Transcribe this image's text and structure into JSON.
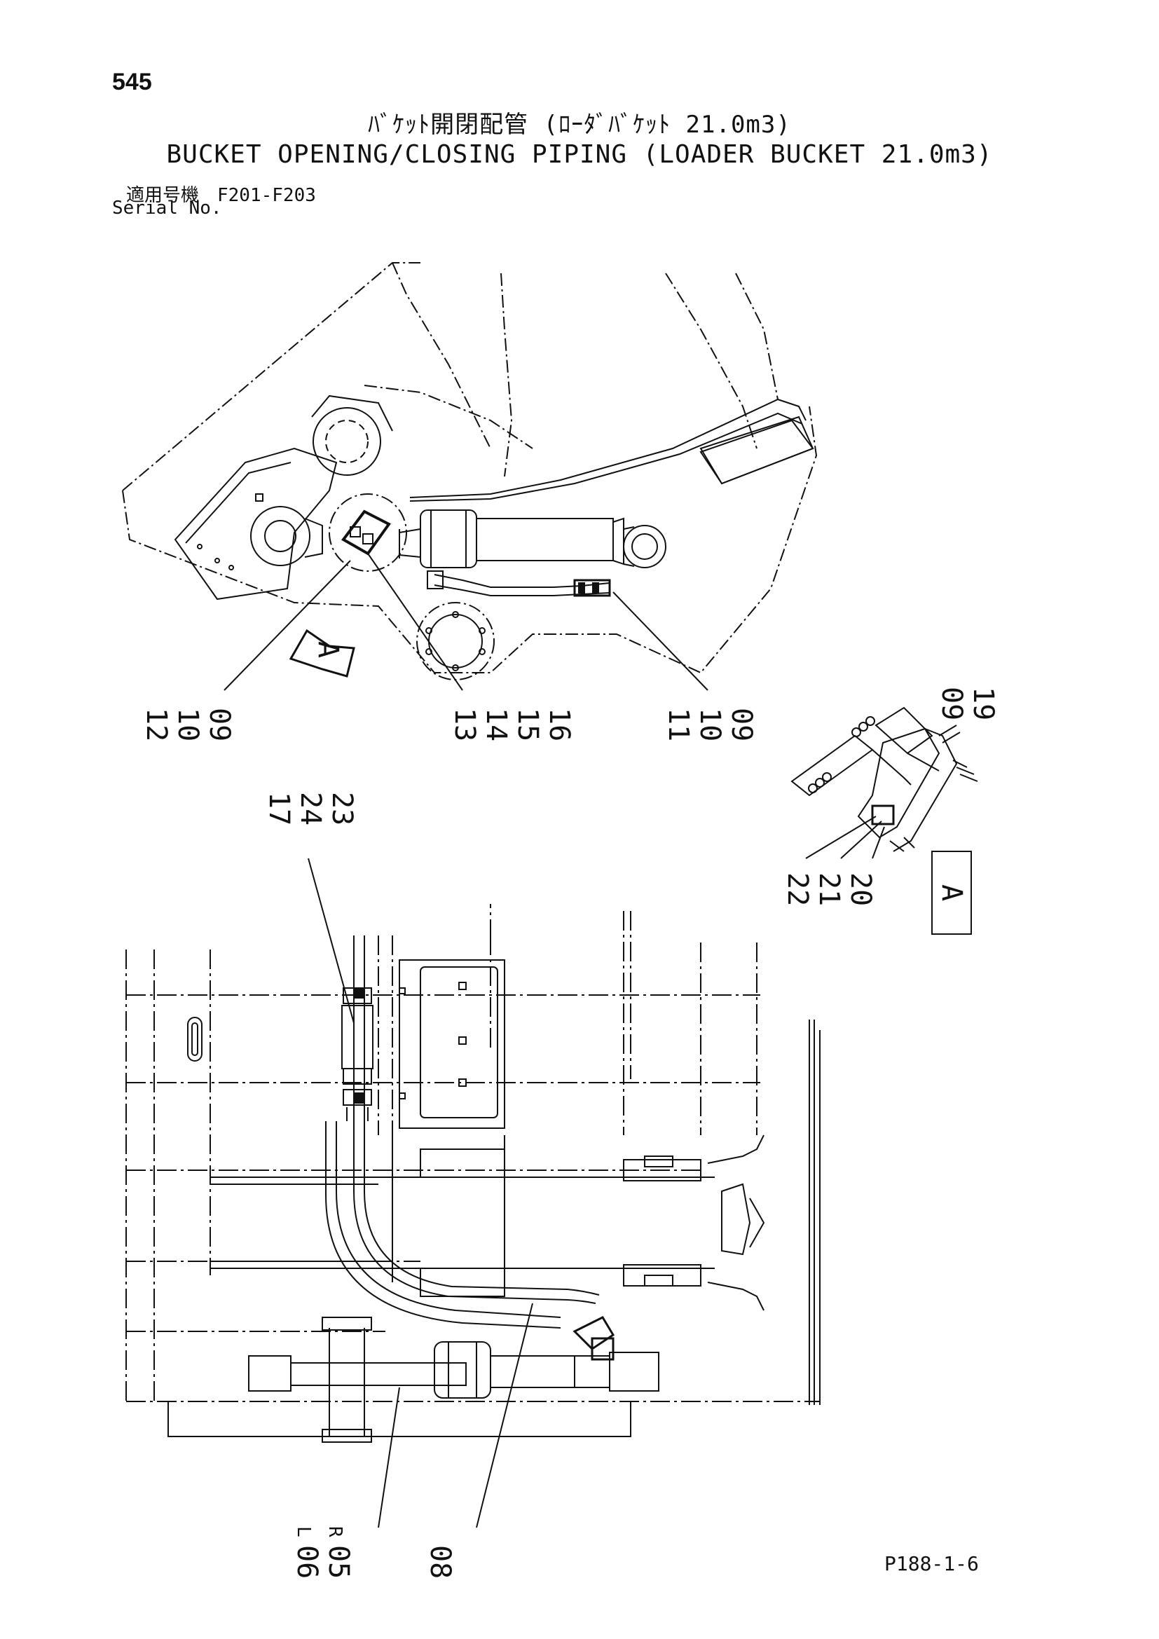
{
  "header": {
    "page_number": "545",
    "title_jp": "ﾊﾞｹｯﾄ開閉配管 (ﾛｰﾀﾞﾊﾞｹｯﾄ 21.0m3)",
    "title_en": "BUCKET OPENING/CLOSING PIPING (LOADER BUCKET 21.0m3)",
    "serial_jp": "適用号機　F201-F203",
    "serial_en": "Serial No."
  },
  "top_view": {
    "arrow_label": "A",
    "callouts": {
      "group_left": [
        "12",
        "10",
        "09"
      ],
      "group_mid": [
        "13",
        "14",
        "15",
        "16"
      ],
      "group_right": [
        "11",
        "10",
        "09"
      ]
    }
  },
  "detail_a": {
    "box_label": "A",
    "callouts_top": [
      "09",
      "19"
    ],
    "callouts_bottom": [
      "22",
      "21",
      "20"
    ]
  },
  "bottom_view": {
    "callouts_top": [
      "17",
      "24",
      "23"
    ],
    "callouts_bottom_left": [
      "06",
      "05"
    ],
    "side_marks": [
      "L",
      "R"
    ],
    "callout_bottom_mid": "08"
  },
  "footer": {
    "drawing_code": "P188-1-6"
  }
}
